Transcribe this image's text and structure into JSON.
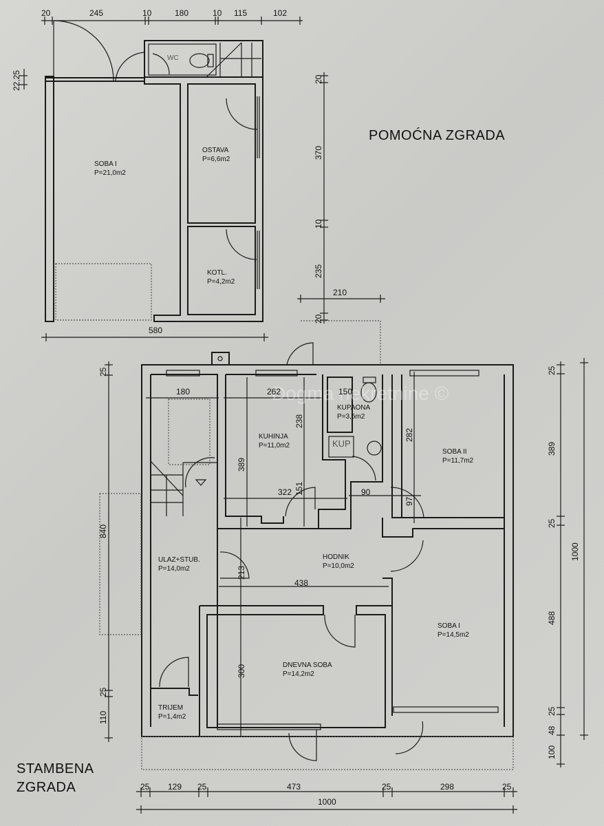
{
  "annex": {
    "title": "POMOĆNA ZGRADA",
    "rooms": [
      {
        "name": "SOBA I",
        "area": "P=21,0m2"
      },
      {
        "name": "OSTAVA",
        "area": "P=6,6m2"
      },
      {
        "name": "KOTL.",
        "area": "P=4,2m2"
      },
      {
        "name": "WC",
        "area": ""
      }
    ],
    "dims_top": [
      "20",
      "245",
      "10",
      "180",
      "10",
      "115",
      "102"
    ],
    "dims_left": [
      "22,25"
    ],
    "dims_right": [
      "20",
      "370",
      "10",
      "235",
      "20"
    ],
    "dim_bottom": "580",
    "dim_step": "210"
  },
  "house": {
    "title_line1": "STAMBENA",
    "title_line2": "ZGRADA",
    "rooms": [
      {
        "name": "KUHINJA",
        "area": "P=11,0m2"
      },
      {
        "name": "KUPAONA",
        "area": "P=3,5m2"
      },
      {
        "name": "SOBA II",
        "area": "P=11,7m2"
      },
      {
        "name": "ULAZ+STUB.",
        "area": "P=14,0m2"
      },
      {
        "name": "HODNIK",
        "area": "P=10,0m2"
      },
      {
        "name": "SOBA I",
        "area": "P=14,5m2"
      },
      {
        "name": "DNEVNA SOBA",
        "area": "P=14,2m2"
      },
      {
        "name": "TRIJEM",
        "area": "P=1,4m2"
      },
      {
        "name": "KUP",
        "area": ""
      }
    ],
    "dims_inner": {
      "stair_w": "180",
      "kitchen_w": "262",
      "kitchen_h": "389",
      "kitchen_h2": "238",
      "bath_w": "150",
      "kitchen_w2": "322",
      "k151": "151",
      "hall_90": "90",
      "soba2_h": "282",
      "soba2_97": "97",
      "hall_213": "213",
      "hall_438": "438",
      "living_h": "300",
      "wall25": "25"
    },
    "dims_left": [
      "25",
      "840",
      "25",
      "110"
    ],
    "dims_right": [
      "25",
      "389",
      "25",
      "488",
      "25",
      "48",
      "100"
    ],
    "dim_right_total": "1000",
    "dims_bottom": [
      "25",
      "129",
      "25",
      "473",
      "25",
      "298",
      "25"
    ],
    "dim_bottom_total": "1000"
  },
  "watermark": "Dogma nekretnine ©"
}
